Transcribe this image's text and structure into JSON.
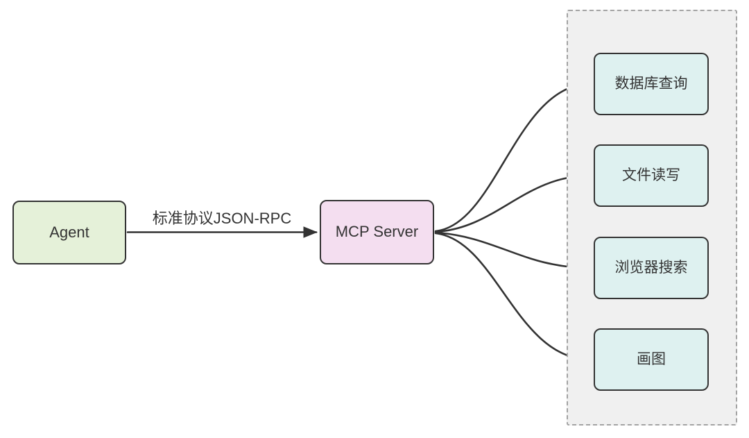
{
  "diagram": {
    "nodes": {
      "agent": {
        "label": "Agent"
      },
      "server": {
        "label": "MCP Server"
      }
    },
    "edge": {
      "label": "标准协议JSON-RPC"
    },
    "panel": {
      "items": [
        {
          "label": "数据库查询"
        },
        {
          "label": "文件读写"
        },
        {
          "label": "浏览器搜索"
        },
        {
          "label": "画图"
        }
      ]
    }
  },
  "colors": {
    "agent_fill": "#e5f1d9",
    "server_fill": "#f4def0",
    "tool_fill": "#def1f0",
    "panel_fill": "#f0f0f0",
    "stroke": "#333333",
    "panel_border": "#a3a3a3",
    "text": "#333333",
    "background": "#ffffff"
  }
}
